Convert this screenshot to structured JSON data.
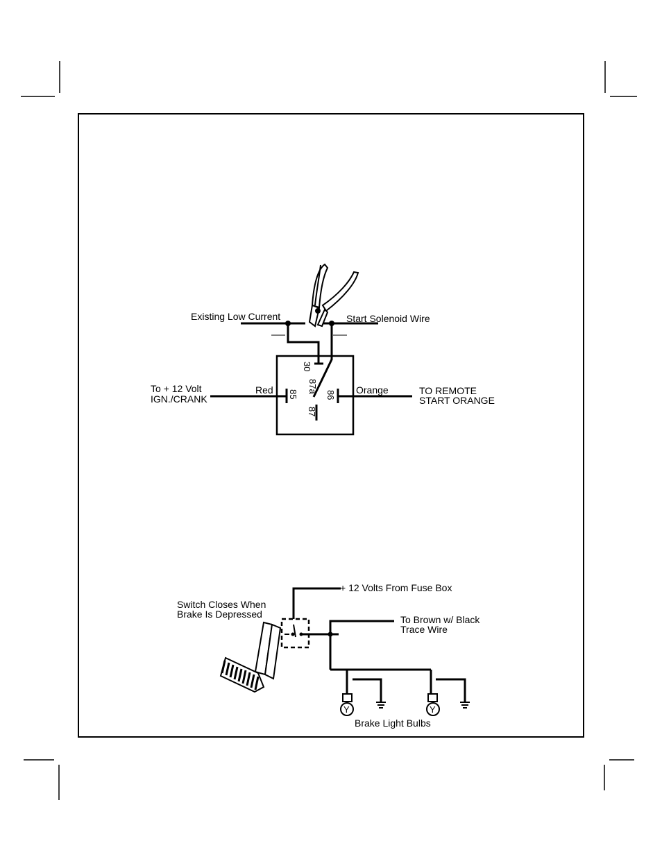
{
  "relay_diagram": {
    "existing_low_current": "Existing Low Current",
    "start_solenoid_wire": "Start Solenoid Wire",
    "to_12_volt_line1": "To + 12 Volt",
    "to_12_volt_line2": "IGN./CRANK",
    "red": "Red",
    "orange": "Orange",
    "remote_line1": "TO REMOTE",
    "remote_line2": "START ORANGE",
    "pin_30": "30",
    "pin_87a": "87a",
    "pin_85": "85",
    "pin_86": "86",
    "pin_87": "87"
  },
  "brake_diagram": {
    "plus_12_volts": "+ 12 Volts From Fuse Box",
    "switch_line1": "Switch Closes When",
    "switch_line2": "Brake Is Depressed",
    "brown_line1": "To Brown w/ Black",
    "brown_line2": "Trace Wire",
    "bulbs_label": "Brake Light Bulbs",
    "bulb_symbol": "Y"
  }
}
